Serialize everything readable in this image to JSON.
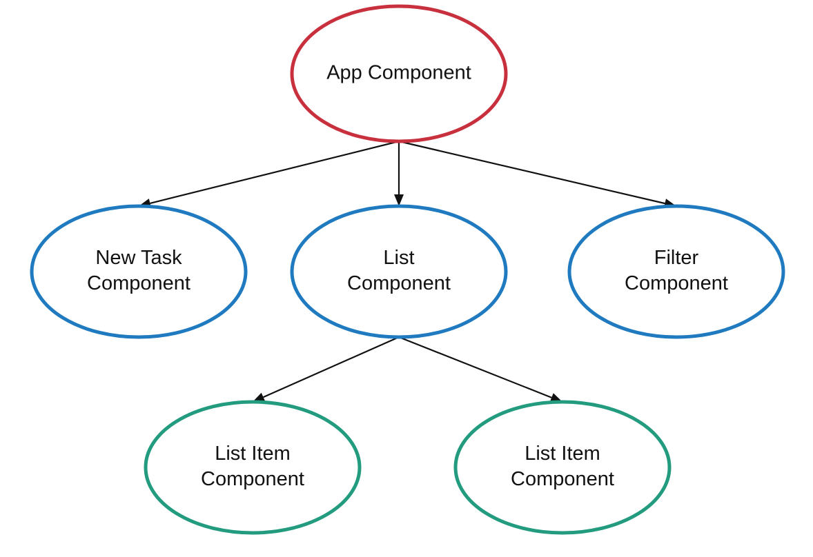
{
  "diagram": {
    "nodes": [
      {
        "id": "app",
        "lines": [
          "App Component"
        ],
        "color": "#c8303d"
      },
      {
        "id": "newtask",
        "lines": [
          "New Task",
          "Component"
        ],
        "color": "#1f7ac0"
      },
      {
        "id": "list",
        "lines": [
          "List",
          "Component"
        ],
        "color": "#1f7ac0"
      },
      {
        "id": "filter",
        "lines": [
          "Filter",
          "Component"
        ],
        "color": "#1f7ac0"
      },
      {
        "id": "item1",
        "lines": [
          "List Item",
          "Component"
        ],
        "color": "#229b7e"
      },
      {
        "id": "item2",
        "lines": [
          "List Item",
          "Component"
        ],
        "color": "#229b7e"
      }
    ],
    "edges": [
      {
        "from": "app",
        "to": "newtask"
      },
      {
        "from": "app",
        "to": "list"
      },
      {
        "from": "app",
        "to": "filter"
      },
      {
        "from": "list",
        "to": "item1"
      },
      {
        "from": "list",
        "to": "item2"
      }
    ]
  }
}
